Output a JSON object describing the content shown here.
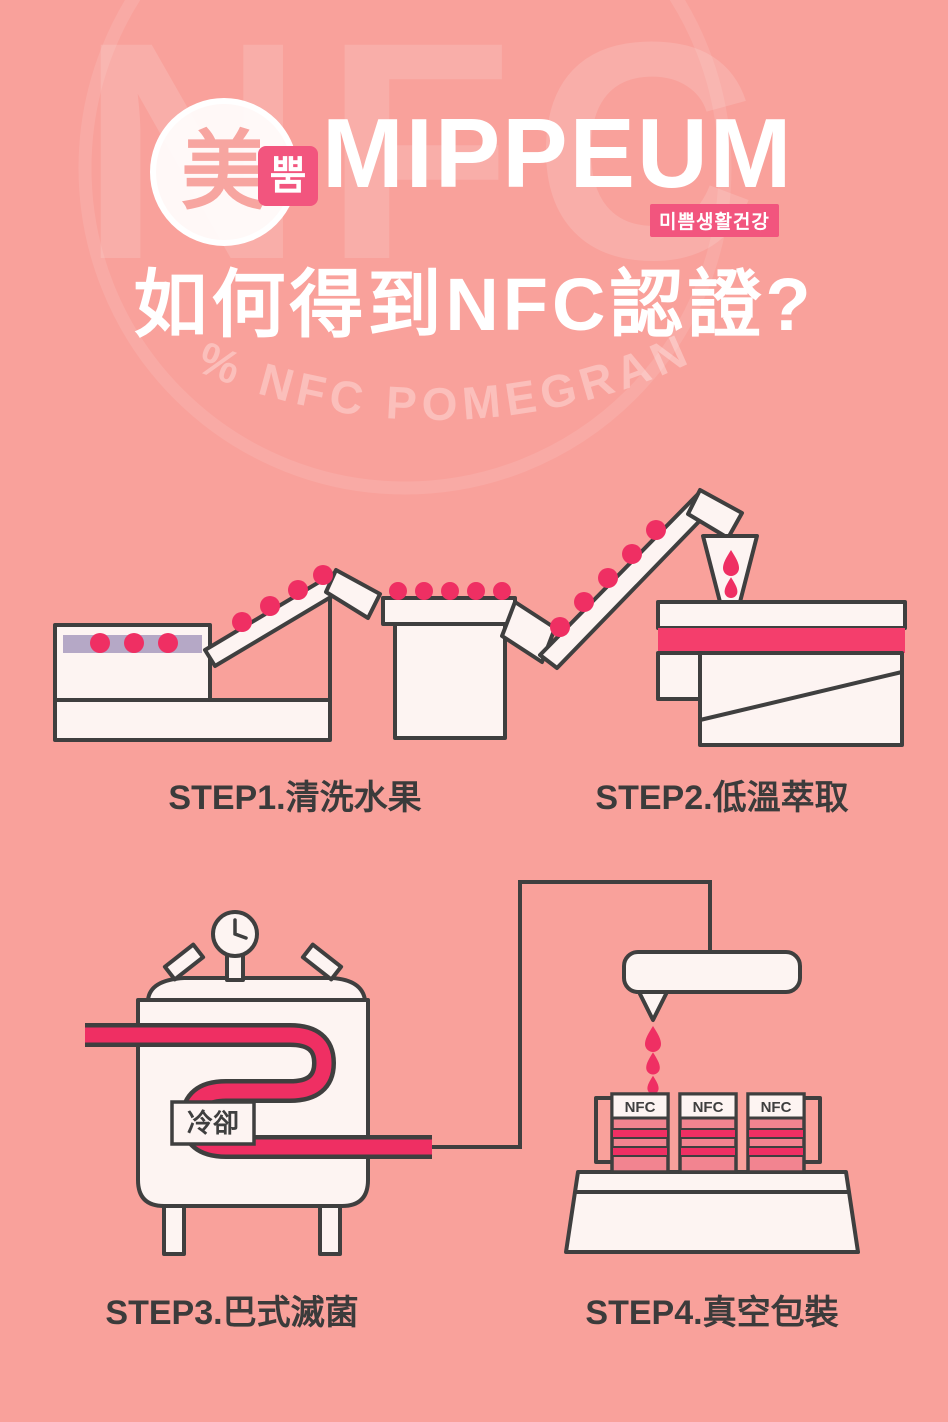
{
  "colors": {
    "background": "#F9A19B",
    "accent": "#EF2F63",
    "band_pink": "#F43E6C",
    "pack_pink": "#F28490",
    "water_lavender": "#B5A8C6",
    "outline": "#3F3F3F",
    "machine_white": "#FDF4F2",
    "logo_pink": "#F2557E"
  },
  "watermark": {
    "big_text": "NFC",
    "arc_text": "% NFC POMEGRAN"
  },
  "logo": {
    "circle_char": "美",
    "block_char": "뿜",
    "brand": "MIPPEUM",
    "badge": "미쁨생활건강"
  },
  "heading": "如何得到NFC認證?",
  "steps": {
    "step1": {
      "caption": "STEP1.清洗水果"
    },
    "step2": {
      "caption": "STEP2.低溫萃取"
    },
    "step3": {
      "caption": "STEP3.巴式滅菌",
      "tank_label": "冷卻"
    },
    "step4": {
      "caption": "STEP4.真空包裝",
      "pack_label": "NFC"
    }
  }
}
